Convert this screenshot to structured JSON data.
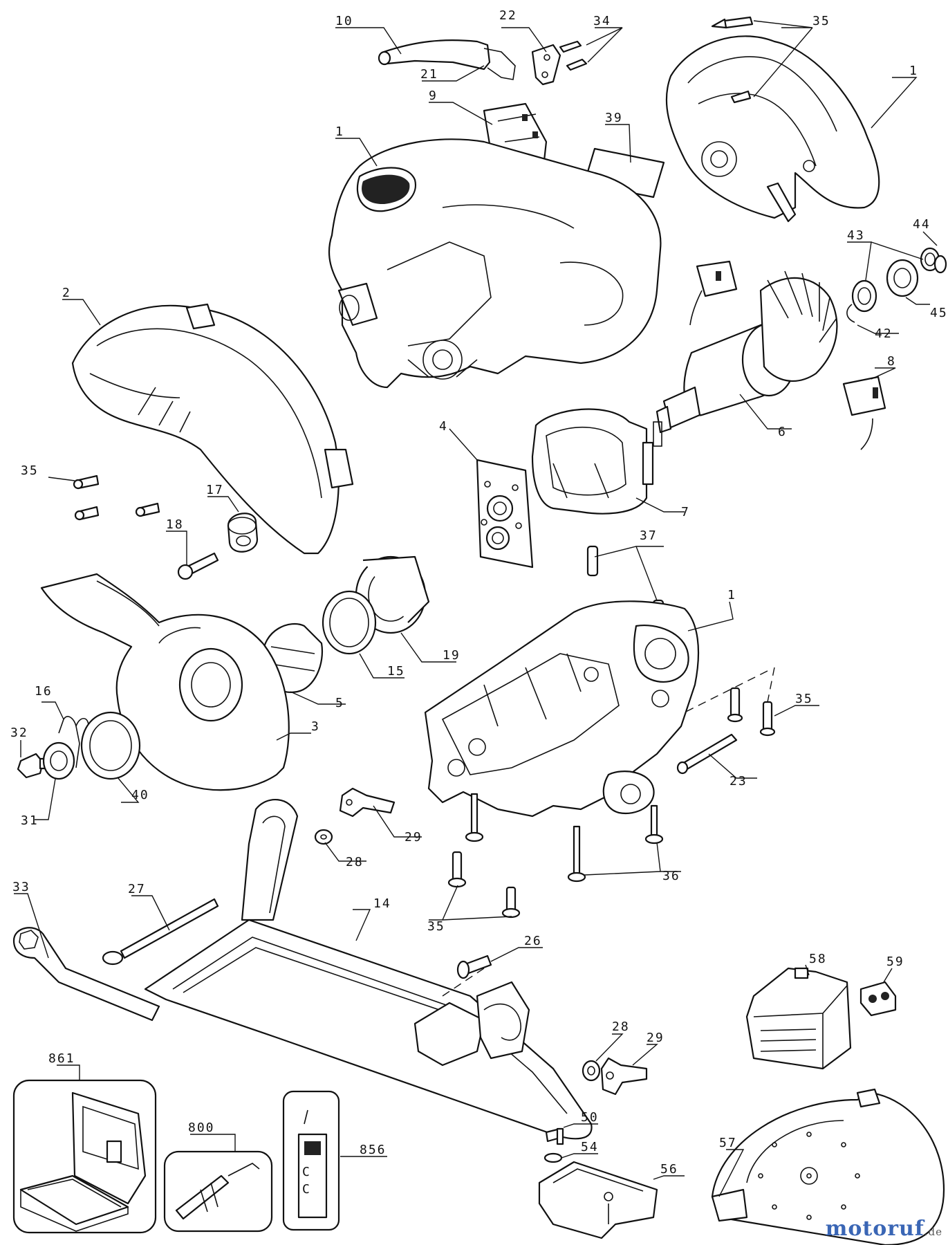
{
  "labels": {
    "p10": "10",
    "p21": "21",
    "p22": "22",
    "p34": "34",
    "p35a": "35",
    "p1a": "1",
    "p9": "9",
    "p39": "39",
    "p1b": "1",
    "p43": "43",
    "p44": "44",
    "p45": "45",
    "p42": "42",
    "p2": "2",
    "p8": "8",
    "p6": "6",
    "p4": "4",
    "p7": "7",
    "p35b": "35",
    "p17": "17",
    "p18": "18",
    "p37": "37",
    "p1c": "1",
    "p19": "19",
    "p15": "15",
    "p5": "5",
    "p16": "16",
    "p32": "32",
    "p3": "3",
    "p35c": "35",
    "p23": "23",
    "p40": "40",
    "p31": "31",
    "p29a": "29",
    "p28a": "28",
    "p36": "36",
    "p33": "33",
    "p27": "27",
    "p14": "14",
    "p35d": "35",
    "p26": "26",
    "p58": "58",
    "p59": "59",
    "p28b": "28",
    "p29b": "29",
    "p861": "861",
    "p800": "800",
    "p50": "50",
    "p54": "54",
    "p56": "56",
    "p57": "57",
    "p856": "856"
  },
  "watermark": {
    "text": "motoruf",
    "suffix": ".de",
    "color": "#3a66b5"
  }
}
